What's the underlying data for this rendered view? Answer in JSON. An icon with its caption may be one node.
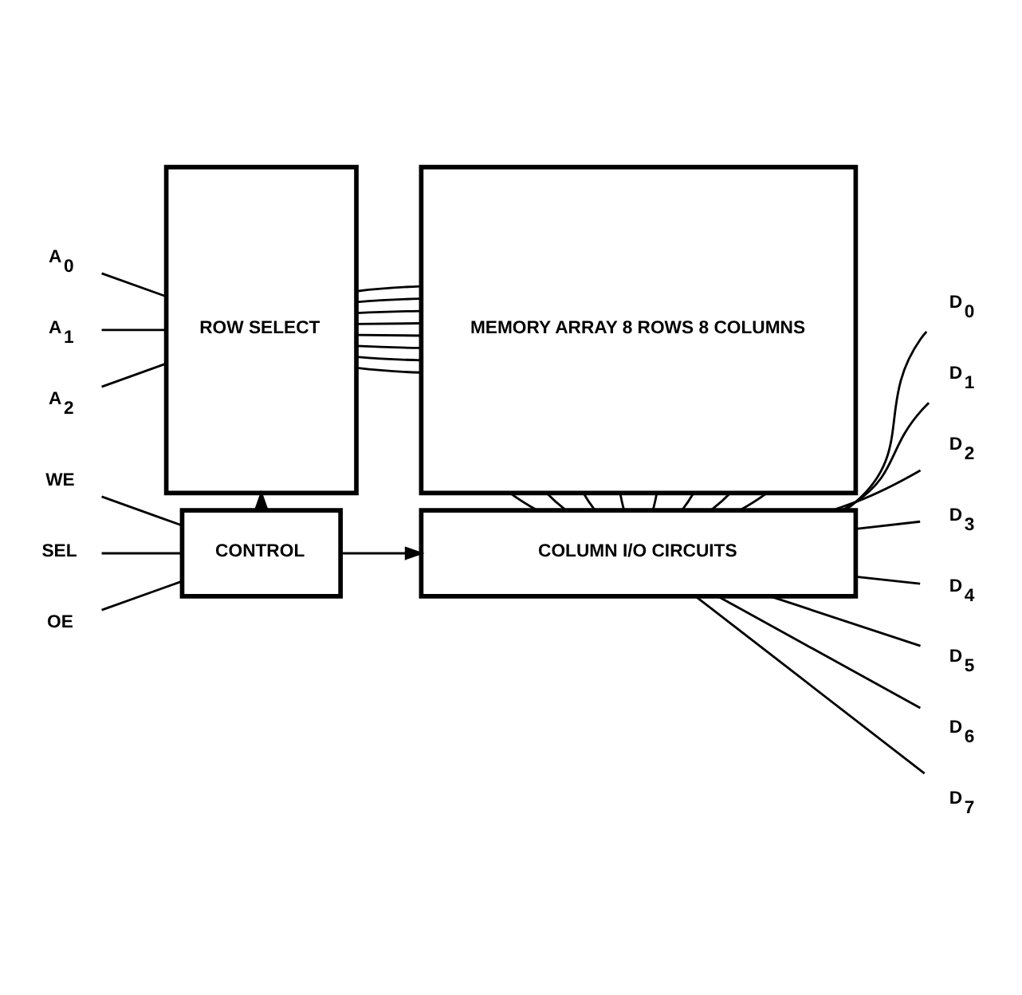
{
  "diagram": {
    "nodes": [
      {
        "text": [
          "A$_{0}$"
        ]
      },
      {
        "text": [
          "A$_{1}$"
        ]
      },
      {
        "text": [
          "A$_{2}$"
        ]
      },
      {
        "text": [
          "ROW SELECT"
        ]
      },
      {
        "text": [
          "MEMORY ARRAY 8 ROWS 8 COLUMNS"
        ]
      },
      {
        "text": [
          "WE"
        ]
      },
      {
        "text": [
          "SEL"
        ]
      },
      {
        "text": [
          "OE"
        ]
      },
      {
        "text": [
          "CONTROL"
        ]
      },
      {
        "text": [
          "COLUMN I/O CIRCUITS"
        ]
      },
      {
        "text": [
          "D$_{0}$"
        ]
      },
      {
        "text": [
          "D$_{1}$"
        ]
      },
      {
        "text": [
          "D$_{2}$"
        ]
      },
      {
        "text": [
          "D$_{3}$"
        ]
      },
      {
        "text": [
          "D$_{4}$"
        ]
      },
      {
        "text": [
          "D$_{5}$"
        ]
      },
      {
        "text": [
          "D$_{6}$"
        ]
      },
      {
        "text": [
          "D$_{7}$"
        ]
      }
    ],
    "edges": [
      {
        "from": 0,
        "to": 3,
        "arrow": "none"
      },
      {
        "from": 1,
        "to": 3,
        "arrow": "none"
      },
      {
        "from": 2,
        "to": 3,
        "arrow": "none"
      },
      {
        "from": 3,
        "to": 4,
        "arrow": "none"
      },
      {
        "from": 3,
        "to": 4,
        "arrow": "none"
      },
      {
        "from": 3,
        "to": 4,
        "arrow": "none"
      },
      {
        "from": 3,
        "to": 4,
        "arrow": "none"
      },
      {
        "from": 3,
        "to": 4,
        "arrow": "none"
      },
      {
        "from": 3,
        "to": 4,
        "arrow": "none"
      },
      {
        "from": 3,
        "to": 4,
        "arrow": "none"
      },
      {
        "from": 3,
        "to": 4,
        "arrow": "none"
      },
      {
        "from": 5,
        "to": 8,
        "arrow": "none"
      },
      {
        "from": 6,
        "to": 8,
        "arrow": "none"
      },
      {
        "from": 7,
        "to": 8,
        "arrow": "none"
      },
      {
        "from": 8,
        "to": 3,
        "arrow": "to"
      },
      {
        "from": 8,
        "to": 9,
        "arrow": "to"
      },
      {
        "from": 4,
        "to": 9,
        "arrow": "none"
      },
      {
        "from": 4,
        "to": 9,
        "arrow": "none"
      },
      {
        "from": 4,
        "to": 9,
        "arrow": "none"
      },
      {
        "from": 4,
        "to": 9,
        "arrow": "none"
      },
      {
        "from": 4,
        "to": 9,
        "arrow": "none"
      },
      {
        "from": 4,
        "to": 9,
        "arrow": "none"
      },
      {
        "from": 4,
        "to": 9,
        "arrow": "none"
      },
      {
        "from": 4,
        "to": 9,
        "arrow": "none"
      },
      {
        "from": 9,
        "to": 10,
        "arrow": "none"
      },
      {
        "from": 9,
        "to": 11,
        "arrow": "none"
      },
      {
        "from": 9,
        "to": 12,
        "arrow": "none"
      },
      {
        "from": 9,
        "to": 13,
        "arrow": "none"
      },
      {
        "from": 9,
        "to": 14,
        "arrow": "none"
      },
      {
        "from": 9,
        "to": 15,
        "arrow": "none"
      },
      {
        "from": 9,
        "to": 16,
        "arrow": "none"
      },
      {
        "from": 9,
        "to": 17,
        "arrow": "none"
      }
    ]
  }
}
